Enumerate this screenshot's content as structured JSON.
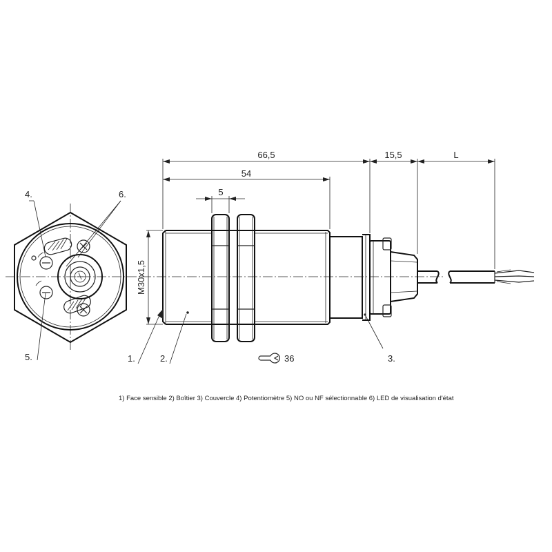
{
  "dimensions": {
    "overall_length": "66,5",
    "housing_length": "54",
    "nut_width": "5",
    "cap_length": "15,5",
    "cable_length": "L",
    "thread": "M30x1,5",
    "wrench_size": "36"
  },
  "callouts": {
    "c1": "1.",
    "c2": "2.",
    "c3": "3.",
    "c4": "4.",
    "c5": "5.",
    "c6": "6."
  },
  "legend": "1) Face sensible  2) Boîtier  3) Couvercle  4) Potentiomètre  5) NO ou NF sélectionnable  6) LED de visualisation d'état"
}
